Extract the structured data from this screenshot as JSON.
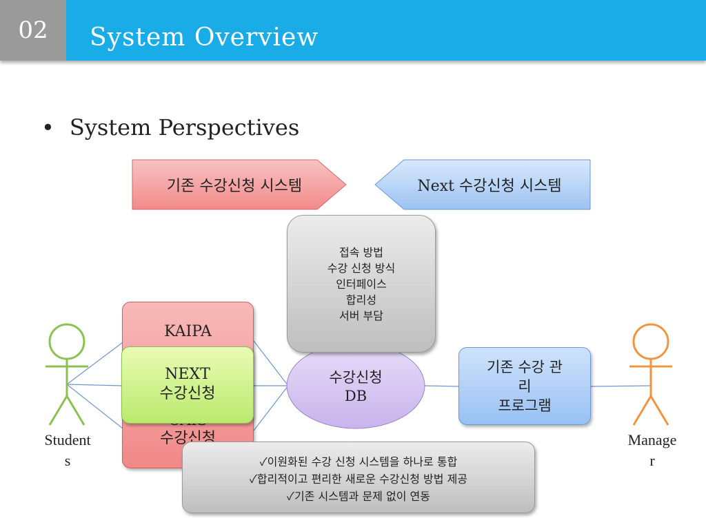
{
  "header": {
    "number": "02",
    "title": "System Overview"
  },
  "bullet": {
    "text": "System Perspectives"
  },
  "diagram": {
    "old_system_label": "기존 수강신청 시스템",
    "next_system_label": "Next 수강신청 시스템",
    "concerns": [
      "접속 방법",
      "수강 신청 방식",
      "인터페이스",
      "합리성",
      "서버 부담"
    ],
    "kaipa_box": "KAIPA",
    "cais_box": [
      "CAIS",
      "수강신청"
    ],
    "next_box": [
      "NEXT",
      "수강신청"
    ],
    "db_node": [
      "수강신청",
      "DB"
    ],
    "admin_program": [
      "기존 수강 관",
      "리",
      "프로그램"
    ],
    "students_label": [
      "Student",
      "s"
    ],
    "manager_label": [
      "Manage",
      "r"
    ],
    "benefits": [
      "✓이원화된 수강 신청 시스템을 하나로 통합",
      "✓합리적이고 편리한 새로운 수강신청 방법 제공",
      "✓기존 시스템과 문제 없이 연동"
    ],
    "colors": {
      "header": "#1aace6",
      "number_box": "#9a9a9a",
      "student_figure": "#8cc152",
      "manager_figure": "#f0943f",
      "db_fill": "#d7c6f1",
      "connector": "#6f95cc"
    }
  }
}
